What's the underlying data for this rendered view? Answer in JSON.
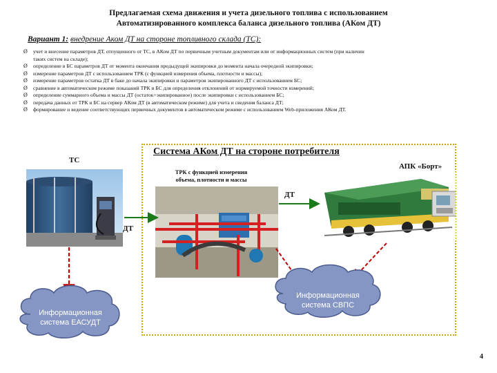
{
  "title": {
    "line1": "Предлагаемая схема движения и учета дизельного топлива с использованием",
    "line2": "Автоматизированного комплекса баланса дизельного топлива (АКом ДТ)"
  },
  "variant": {
    "label": "Вариант 1:",
    "text": "внедрение Аком ДТ на стороне топливного склада (ТС):"
  },
  "bullets": [
    "учет и внесение параметров ДТ, отпущенного от ТС, в АКом ДТ по первичным учетным документам или от информационных систем (при наличии",
    "таких систем на складе);",
    "определение в БС параметров ДТ от момента окончания предыдущей экипировки до момента начала очередной экипировки;",
    "измерение параметров ДТ с использованием ТРК (с функцией измерения объема, плотности и массы);",
    "измерение параметров остатка ДТ в баке до начала экипировки и параметров экипированного ДТ с использованием БС;",
    "сравнение в автоматическом режиме показаний ТРК и БС для определения отклонений от нормируемой точности измерений;",
    "определение суммарного объема и массы ДТ (остаток+экипированное) после экипировки с использованием БС;",
    "передача данных от ТРК и БС на сервер АКом ДТ (в автоматическом режиме) для учета и сведения баланса ДТ;",
    "формирование и ведение соответствующих первичных документов в автоматическом режиме с использованием Web-приложения АКом ДТ."
  ],
  "bullet_marker": "Ø",
  "labels": {
    "tc": "ТС",
    "system": "Система АКом ДТ на стороне потребителя",
    "apk": "АПК «Борт»",
    "trk_line1": "ТРК с функцией измерения",
    "trk_line2": "объема, плотности и массы",
    "dt_right": "ДТ",
    "dt_left": "ДТ",
    "easudt_line1": "Информационная",
    "easudt_line2": "система ЕАСУДТ",
    "svps_line1": "Информационная",
    "svps_line2": "система СВПС",
    "page": "4"
  },
  "colors": {
    "cloud_fill": "#8696c4",
    "cloud_stroke": "#4a5a8c",
    "arrow_red": "#c00000",
    "arrow_green": "#1a7a1a",
    "frame": "#c6a800"
  }
}
